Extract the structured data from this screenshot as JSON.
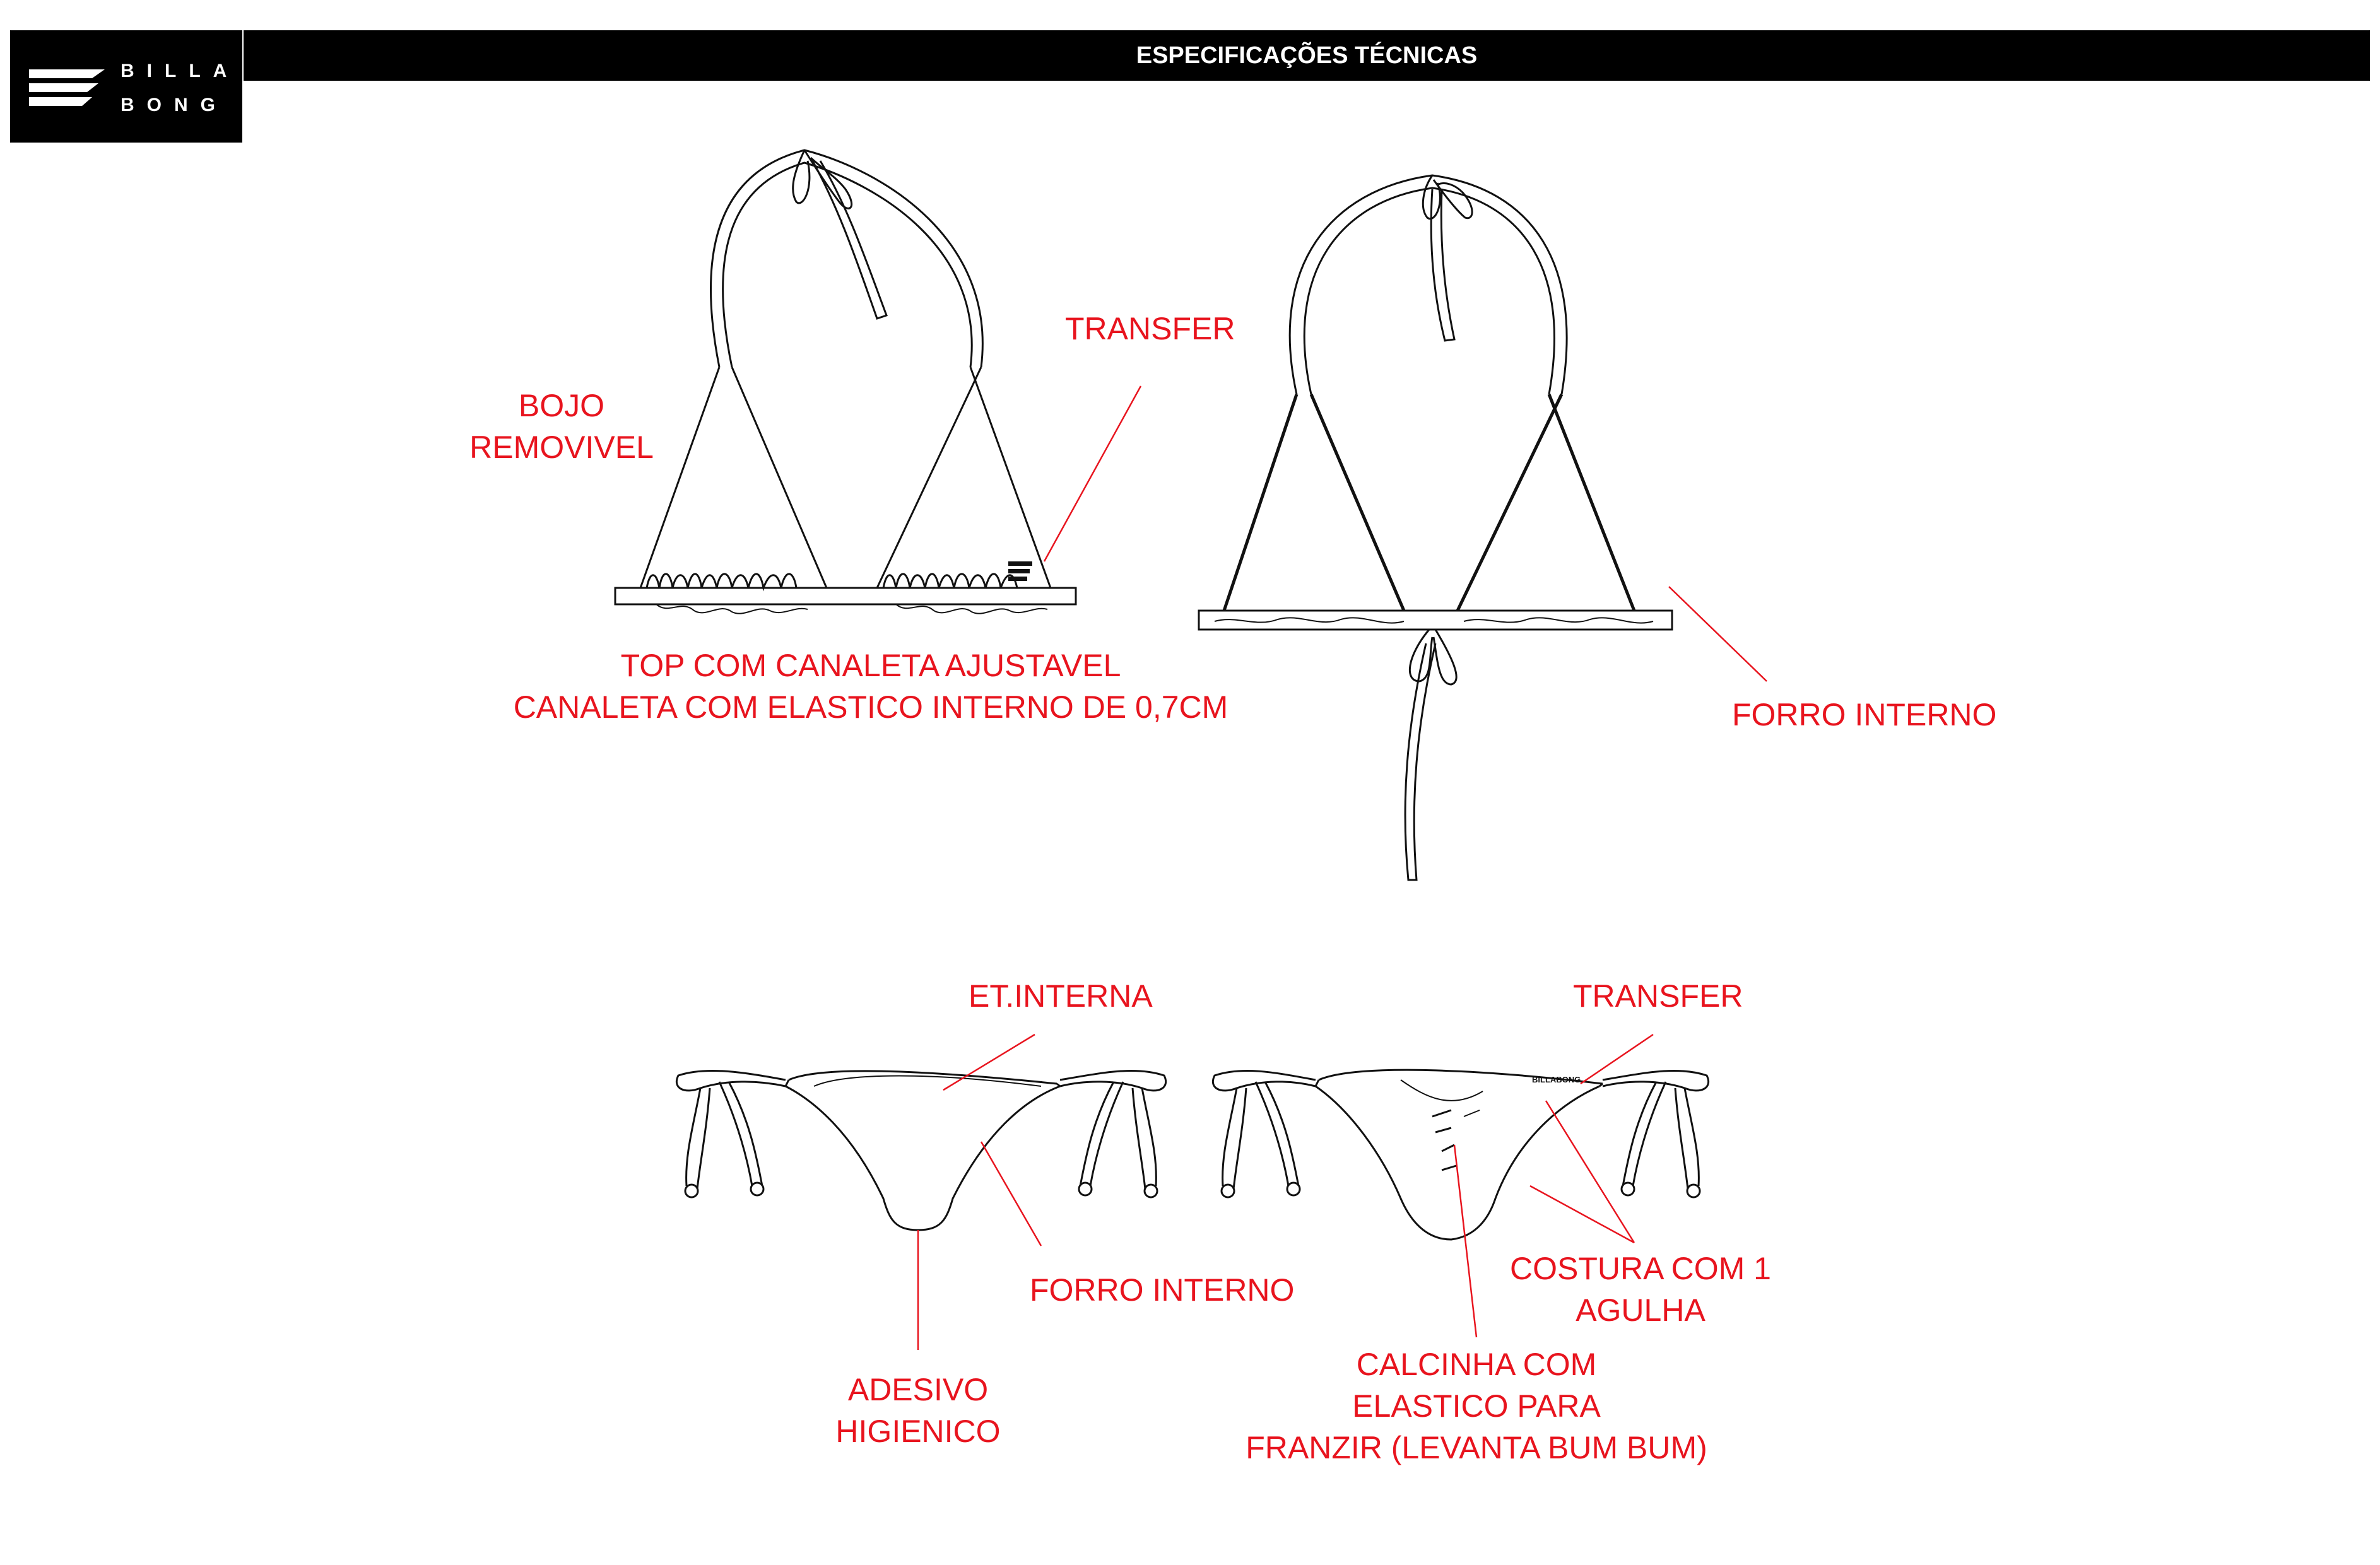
{
  "logo": {
    "line1": "BILLA",
    "line2": "BONG"
  },
  "header": {
    "title": "ESPECIFICAÇÕES TÉCNICAS"
  },
  "top_front": {
    "bojo_line1": "BOJO",
    "bojo_line2": "REMOVIVEL",
    "transfer": "TRANSFER",
    "desc_line1": "TOP COM CANALETA AJUSTAVEL",
    "desc_line2": "CANALETA COM ELASTICO INTERNO DE 0,7CM"
  },
  "top_back": {
    "forro": "FORRO INTERNO"
  },
  "bottom_front": {
    "et_interna": "ET.INTERNA",
    "forro": "FORRO INTERNO",
    "adesivo_line1": "ADESIVO",
    "adesivo_line2": "HIGIENICO"
  },
  "bottom_back": {
    "transfer": "TRANSFER",
    "brand_tag": "BILLABONG",
    "costura_line1": "COSTURA COM 1",
    "costura_line2": "AGULHA",
    "calcinha_line1": "CALCINHA COM",
    "calcinha_line2": "ELASTICO PARA",
    "calcinha_line3": "FRANZIR (LEVANTA BUM BUM)"
  },
  "colors": {
    "annotation": "#e8141e",
    "header_bg": "#000000",
    "line": "#111111"
  }
}
